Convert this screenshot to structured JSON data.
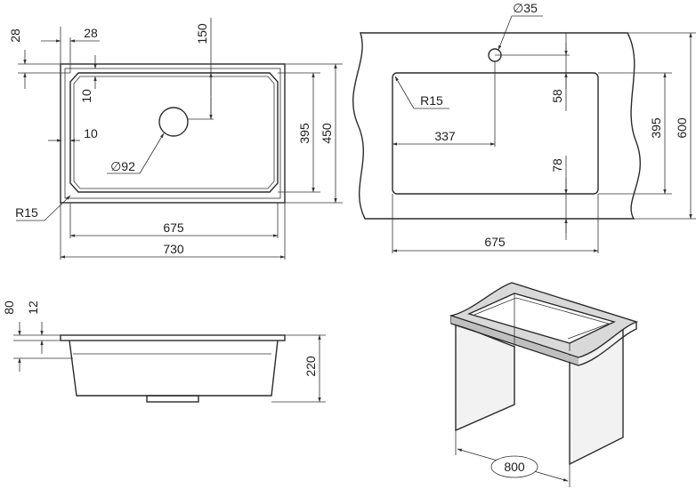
{
  "labels": {
    "top_dim_28_a": "28",
    "top_dim_28_b": "28",
    "top_dim_150": "150",
    "top_dim_10_a": "10",
    "top_dim_10_b": "10",
    "top_dim_395": "395",
    "top_dim_450": "450",
    "top_dim_d92": "∅92",
    "top_dim_r15": "R15",
    "top_dim_675": "675",
    "top_dim_730": "730",
    "cut_dim_d35": "∅35",
    "cut_dim_r15": "R15",
    "cut_dim_337": "337",
    "cut_dim_58": "58",
    "cut_dim_78": "78",
    "cut_dim_395": "395",
    "cut_dim_600": "600",
    "cut_dim_675": "675",
    "side_dim_80": "80",
    "side_dim_12": "12",
    "side_dim_220": "220",
    "iso_dim_800": "800"
  }
}
